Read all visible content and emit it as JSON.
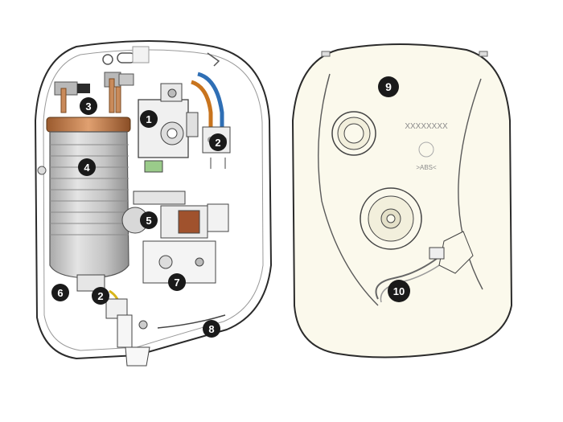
{
  "diagram": {
    "left_panel": {
      "callouts": [
        {
          "id": "c1",
          "label": "1"
        },
        {
          "id": "c2a",
          "label": "2"
        },
        {
          "id": "c3",
          "label": "3"
        },
        {
          "id": "c4",
          "label": "4"
        },
        {
          "id": "c5",
          "label": "5"
        },
        {
          "id": "c6",
          "label": "6"
        },
        {
          "id": "c2b",
          "label": "2"
        },
        {
          "id": "c7",
          "label": "7"
        },
        {
          "id": "c8",
          "label": "8"
        }
      ]
    },
    "right_panel": {
      "callouts": [
        {
          "id": "c9",
          "label": "9"
        },
        {
          "id": "c10",
          "label": "10"
        }
      ],
      "code_text": "XXXXXXXX",
      "material_text": ">ABS<"
    }
  },
  "colors": {
    "callout_fill": "#1a1a1a",
    "callout_text": "#ffffff",
    "shell_fill": "#fbf9ec",
    "shell_stroke": "#2b2b2b",
    "heater_copper": "#c98a5a",
    "heater_body": "#cfcfcf",
    "wire_blue": "#2f6fb5",
    "wire_orange": "#c8741e"
  }
}
